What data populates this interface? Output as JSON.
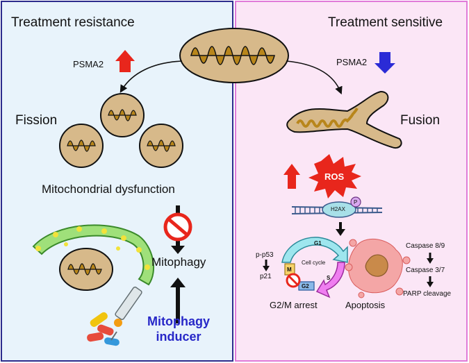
{
  "left": {
    "title": "Treatment resistance",
    "psma2_label": "PSMA2",
    "fission_label": "Fission",
    "dysfunction_label": "Mitochondrial dysfunction",
    "mitophagy_label": "Mitophagy",
    "inducer_line1": "Mitophagy",
    "inducer_line2": "inducer"
  },
  "right": {
    "title": "Treatment sensitive",
    "psma2_label": "PSMA2",
    "fusion_label": "Fusion",
    "ros_label": "ROS",
    "h2ax_label": "H2AX",
    "p_label": "P",
    "pp53_label": "p-p53",
    "p21_label": "p21",
    "g1_label": "G1",
    "cell_cycle_label": "Cell cycle",
    "m_label": "M",
    "g2_label": "G2",
    "s_label": "S",
    "g2m_label": "G2/M arrest",
    "apoptosis_label": "Apoptosis",
    "caspase89_label": "Caspase 8/9",
    "caspase37_label": "Caspase 3/7",
    "parp_label": "PARP cleavage"
  },
  "colors": {
    "up_arrow": "#e8261c",
    "down_arrow": "#2b2bd6",
    "mito_outer": "#d7b98a",
    "mito_inner": "#b8861b",
    "left_bg": "#e8f3fb",
    "right_bg": "#fbe6f6"
  }
}
